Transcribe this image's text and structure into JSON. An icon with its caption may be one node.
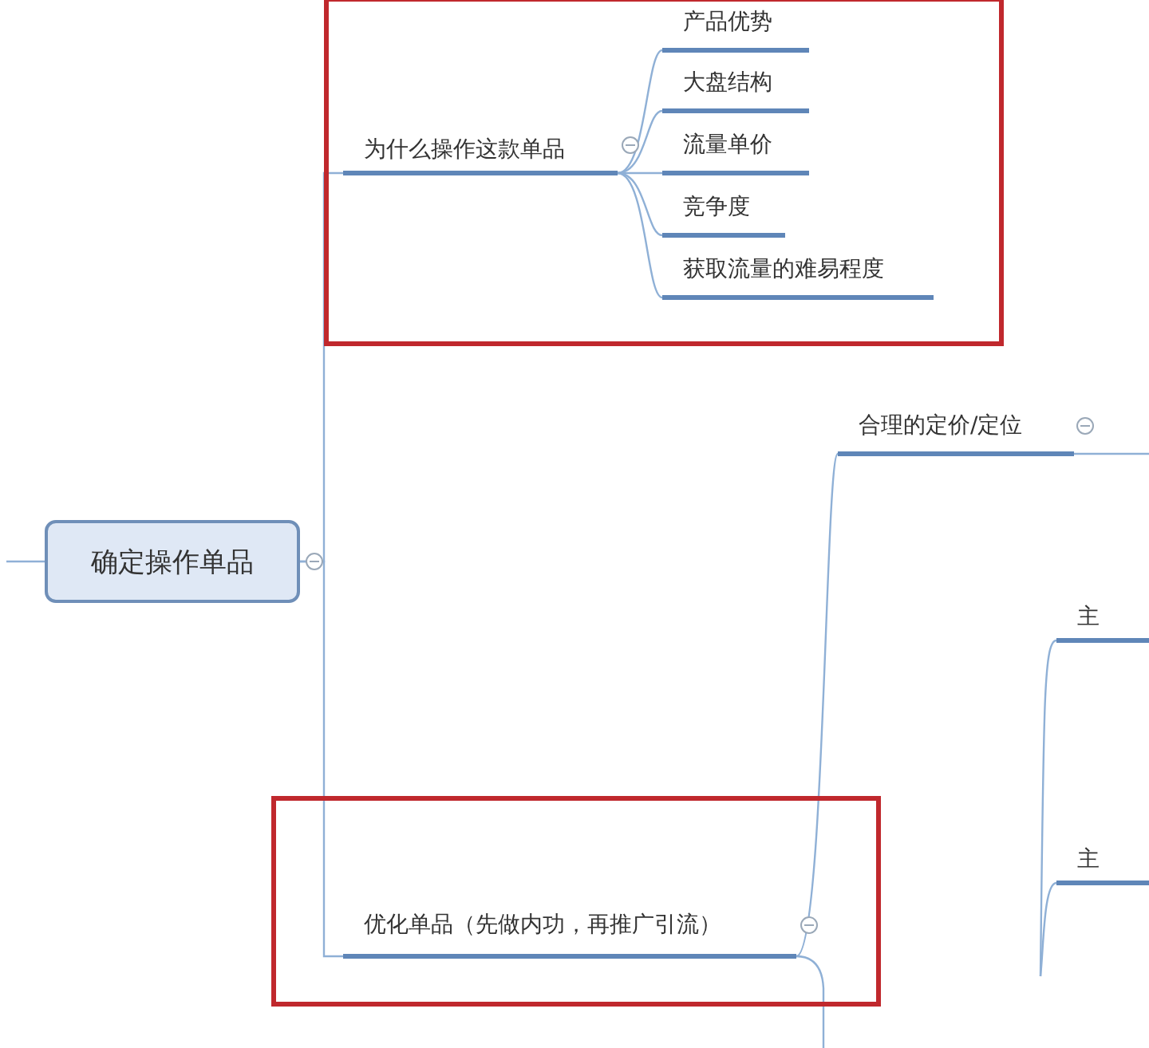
{
  "diagram": {
    "nodes": [
      {
        "text": [],
        "shape": "box"
      },
      {
        "text": [
          "为什么操作这款单品"
        ],
        "in": 0
      },
      {
        "text": [
          "产品优势"
        ],
        "in": 0
      },
      {
        "text": [
          "大盘结构"
        ],
        "in": 0
      },
      {
        "text": [
          "流量单价"
        ],
        "in": 0
      },
      {
        "text": [
          "竞争度"
        ],
        "in": 0
      },
      {
        "text": [
          "获取流量的难易程度"
        ],
        "in": 0
      },
      {
        "text": [
          "合理的定价/定位"
        ]
      },
      {
        "text": [
          "确定操作单品"
        ]
      },
      {
        "text": [
          "主"
        ]
      },
      {
        "text": [],
        "shape": "box"
      },
      {
        "text": [
          "主"
        ]
      },
      {
        "text": [
          "优化单品（先做内功，再推广引流）"
        ],
        "in": 10
      }
    ],
    "edges": [
      {
        "from": null,
        "to": 8,
        "arrow": "none"
      },
      {
        "from": 8,
        "to": 1,
        "arrow": "none"
      },
      {
        "from": 8,
        "to": 12,
        "arrow": "none"
      },
      {
        "from": 1,
        "to": 2,
        "arrow": "none"
      },
      {
        "from": 1,
        "to": 3,
        "arrow": "none"
      },
      {
        "from": 1,
        "to": 4,
        "arrow": "none"
      },
      {
        "from": 1,
        "to": 5,
        "arrow": "none"
      },
      {
        "from": 1,
        "to": 6,
        "arrow": "none"
      },
      {
        "from": 12,
        "to": 7,
        "arrow": "none"
      },
      {
        "from": 12,
        "to": null,
        "arrow": "none"
      },
      {
        "from": 7,
        "to": null,
        "arrow": "none"
      },
      {
        "from": null,
        "to": 9,
        "arrow": "none"
      },
      {
        "from": null,
        "to": 11,
        "arrow": "none"
      }
    ]
  }
}
